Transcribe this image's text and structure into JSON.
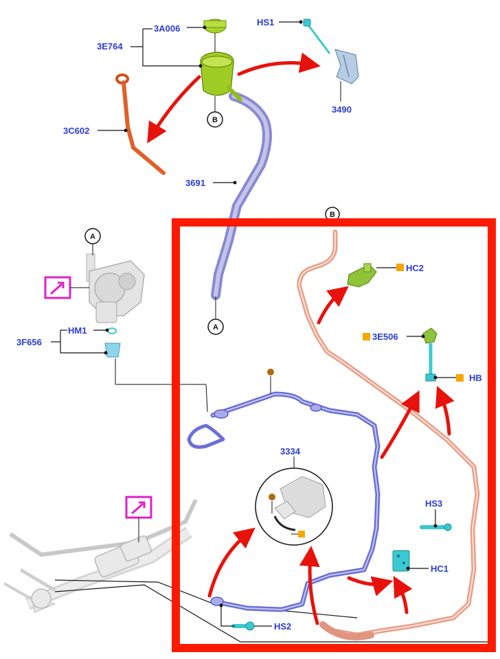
{
  "labels": {
    "a3a006": "3A006",
    "a3e764": "3E764",
    "hs1": "HS1",
    "a3490": "3490",
    "a3c602": "3C602",
    "a3691": "3691",
    "hm1": "HM1",
    "a3f656": "3F656",
    "hc2": "HC2",
    "a3e506": "3E506",
    "hb": "HB",
    "a3334": "3334",
    "hs3": "HS3",
    "hc1": "HC1",
    "hs2": "HS2"
  },
  "connectors": {
    "a": "A",
    "b": "B"
  },
  "colors": {
    "highlight_frame": "#ff1a00",
    "label_text": "#2a3bd6",
    "arrow": "#e8120c",
    "reservoir": "#9fcc22",
    "return_hose": "#e8a08a",
    "pressure_hose": "#6b6fd6",
    "supply_hose": "#9a9ad8",
    "dipstick": "#e0602a",
    "clip": "#3cc8d0",
    "connector_square": "#f5a800",
    "connector_dot": "#b06a10",
    "attention_icon": "#e020c8"
  }
}
